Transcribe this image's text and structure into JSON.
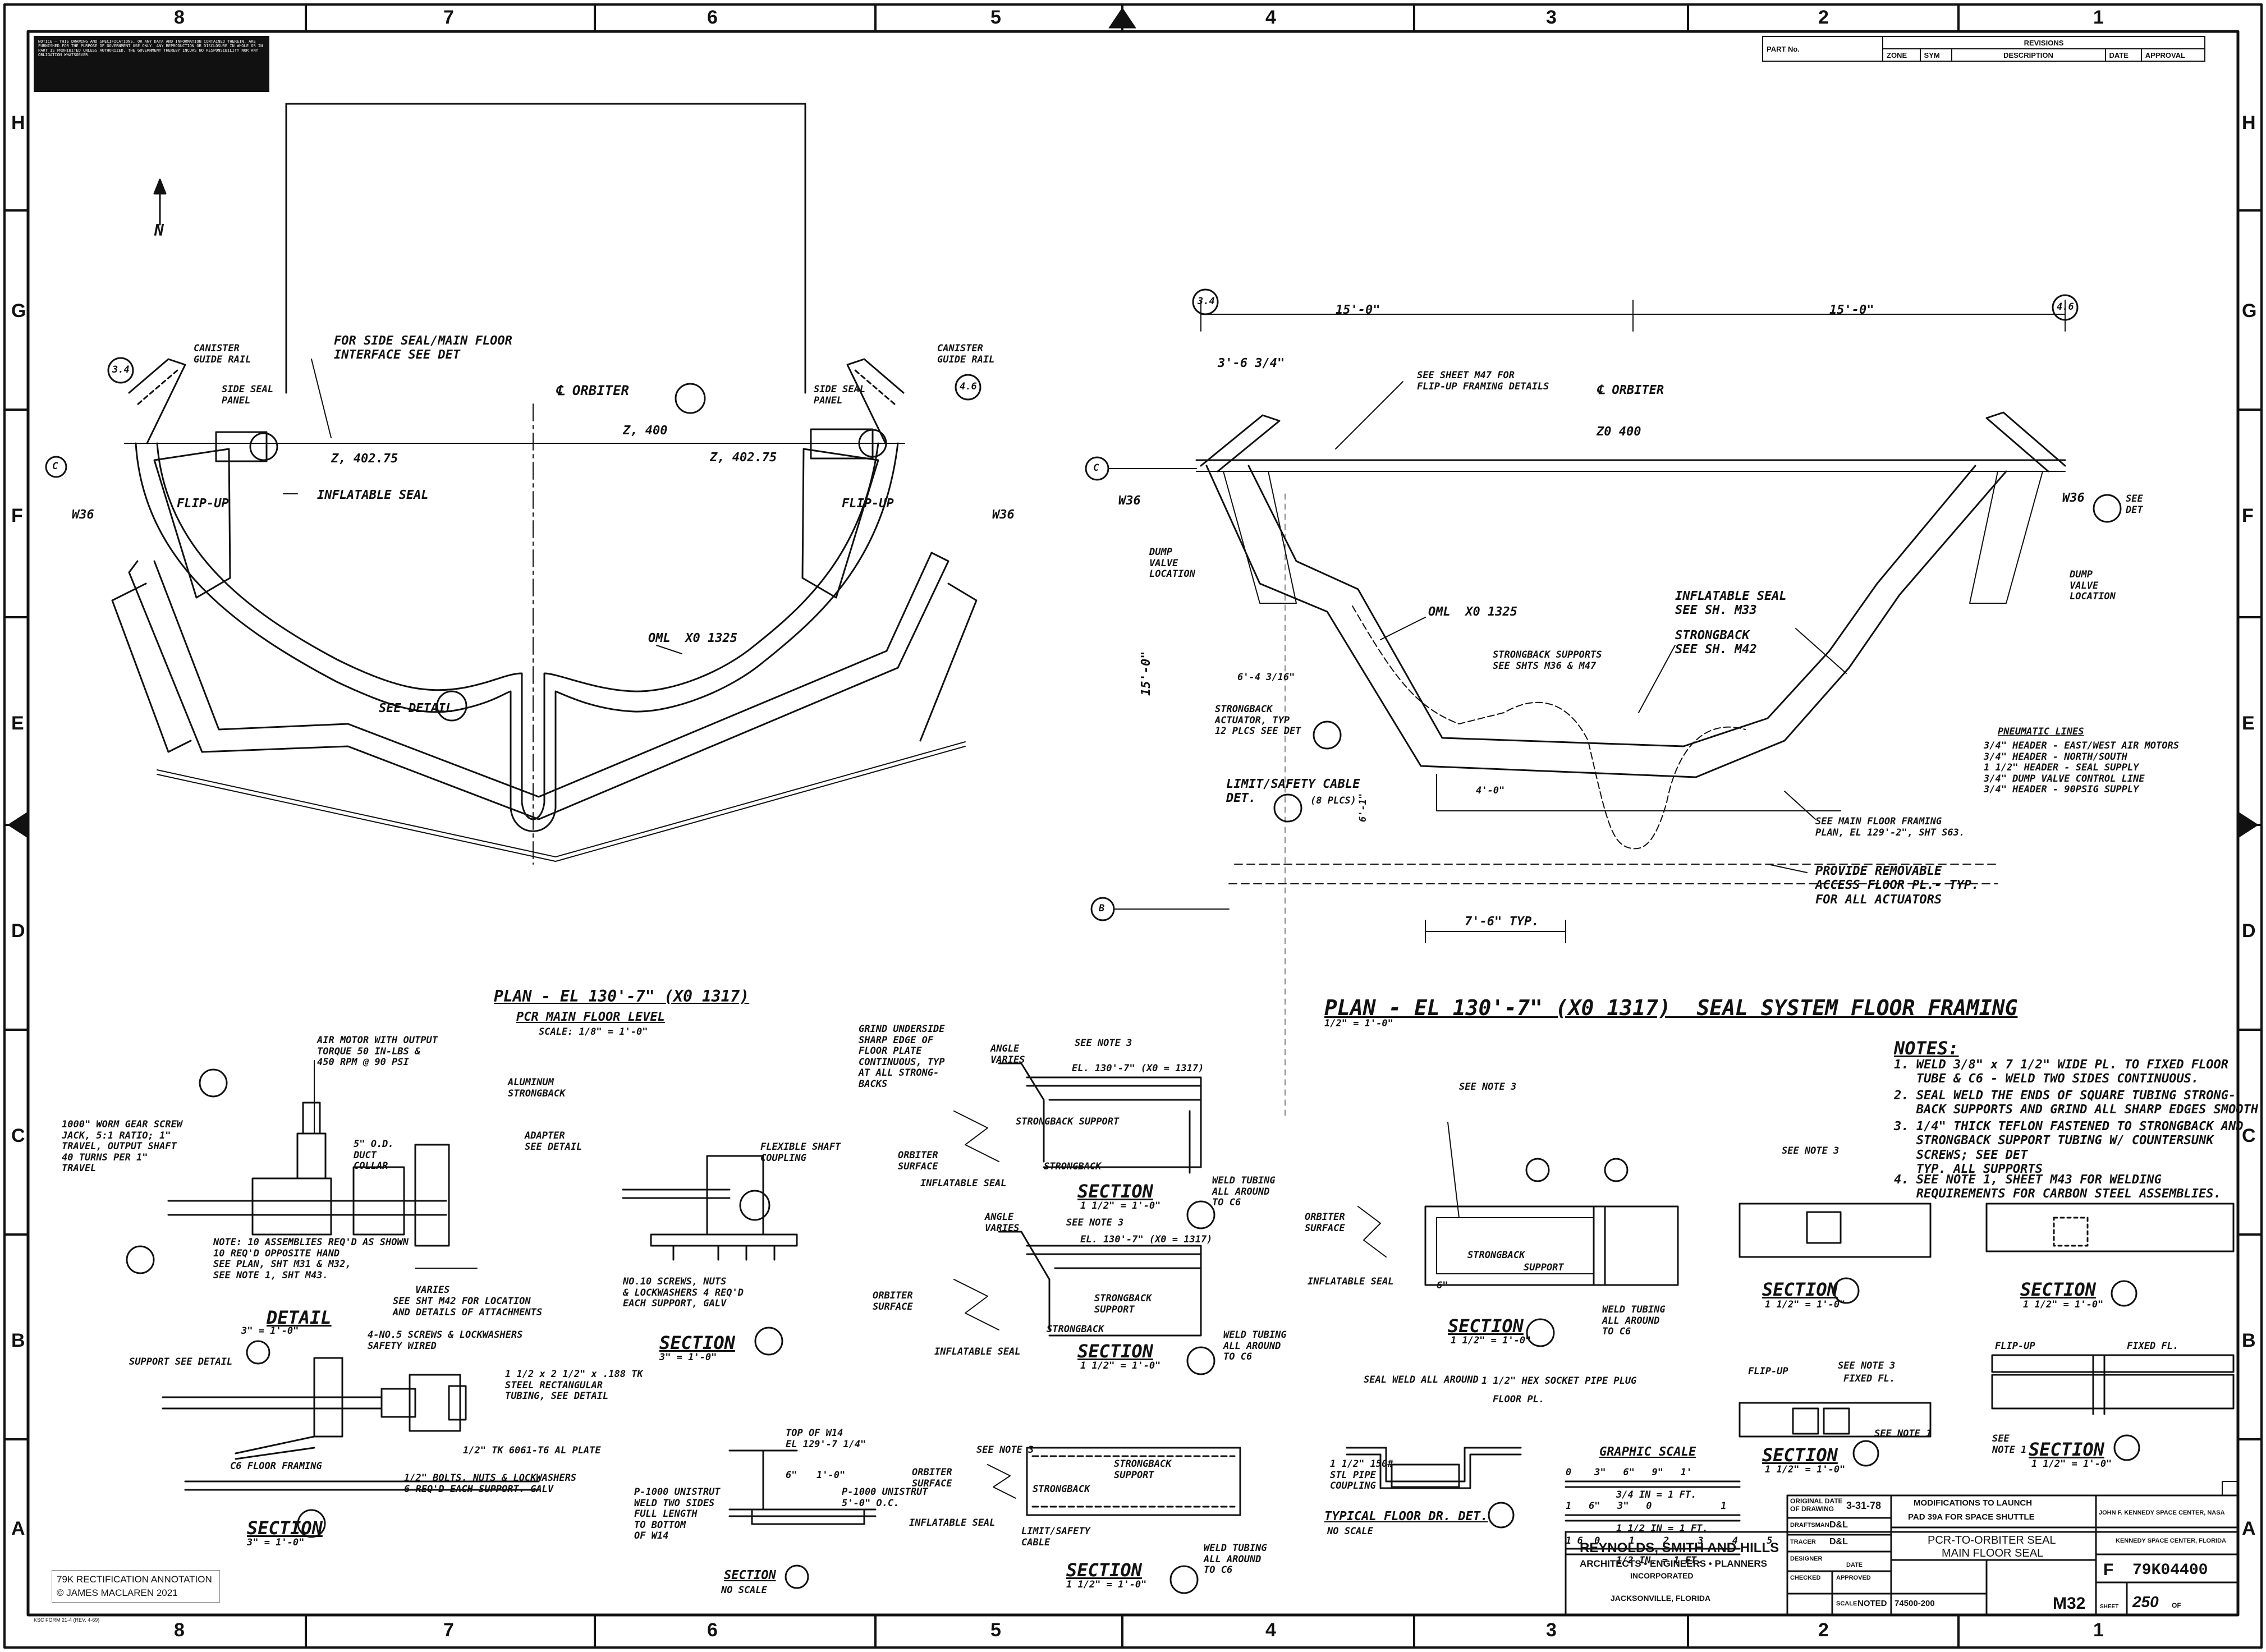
{
  "zones": {
    "columns": [
      "8",
      "7",
      "6",
      "5",
      "4",
      "3",
      "2",
      "1"
    ],
    "rows": [
      "H",
      "G",
      "F",
      "E",
      "D",
      "C",
      "B",
      "A"
    ]
  },
  "warning_block": "NOTICE — THIS DRAWING AND SPECIFICATIONS, OR ANY DATA AND INFORMATION CONTAINED THEREIN, ARE FURNISHED FOR THE PURPOSE OF GOVERNMENT USE ONLY. ANY REPRODUCTION OR DISCLOSURE IN WHOLE OR IN PART IS PROHIBITED UNLESS AUTHORIZED. THE GOVERNMENT THEREBY INCURS NO RESPONSIBILITY NOR ANY OBLIGATION WHATSOEVER.",
  "credit": {
    "line1": "79K RECTIFICATION ANNOTATION",
    "line2": "© JAMES MACLAREN 2021"
  },
  "revisions": {
    "header": "REVISIONS",
    "columns": [
      "PART No.",
      "ZONE",
      "SYM",
      "DESCRIPTION",
      "DATE",
      "APPROVAL"
    ]
  },
  "left_plan": {
    "north": "N",
    "orbiter": "℄ ORBITER",
    "z400": "Z, 400",
    "z40275_l": "Z, 402.75",
    "z40275_r": "Z, 402.75",
    "canister_l": "CANISTER\nGUIDE RAIL",
    "canister_r": "CANISTER\nGUIDE RAIL",
    "side_seal_l": "SIDE SEAL\nPANEL",
    "side_seal_r": "SIDE SEAL\nPANEL",
    "interface": "FOR SIDE SEAL/MAIN FLOOR\nINTERFACE SEE DET",
    "flip_l": "FLIP-UP",
    "flip_r": "FLIP-UP",
    "inflatable": "INFLATABLE SEAL",
    "oml": "OML  X0 1325",
    "see_detail": "SEE DETAIL",
    "w36_l": "W36",
    "w36_r": "W36",
    "grid_34": "3.4",
    "grid_46": "4.6",
    "grid_c": "C",
    "caption": "PLAN - EL 130'-7\" (X0 1317)",
    "caption2": "PCR MAIN FLOOR LEVEL",
    "scale": "SCALE: 1/8\" = 1'-0\""
  },
  "right_plan": {
    "dim_l": "15'-0\"",
    "dim_r": "15'-0\"",
    "dim_3": "3'-6 3/4\"",
    "orbiter": "℄ ORBITER",
    "z400": "Z0 400",
    "see_m47": "SEE SHEET M47 FOR\nFLIP-UP FRAMING DETAILS",
    "w36_l": "W36",
    "w36_r": "W36",
    "see_det_c": "SEE\nDET",
    "dump_l": "DUMP\nVALVE\nLOCATION",
    "dump_r": "DUMP\nVALVE\nLOCATION",
    "oml": "OML  X0 1325",
    "inflatable": "INFLATABLE SEAL\nSEE SH. M33",
    "strongback": "STRONGBACK\nSEE SH. M42",
    "supports": "STRONGBACK SUPPORTS\nSEE SHTS M36 & M47",
    "actuator": "STRONGBACK\nACTUATOR, TYP\n12 PLCS SEE DET",
    "limit": "LIMIT/SAFETY CABLE\nDET.",
    "limit_plcs": "(8 PLCS)",
    "framing": "SEE MAIN FLOOR FRAMING\nPLAN, EL 129'-2\", SHT S63.",
    "access": "PROVIDE REMOVABLE\nACCESS FLOOR PL.- TYP.\nFOR ALL ACTUATORS",
    "dim_15": "15'-0\"",
    "dim_76": "7'-6\" TYP.",
    "dim_61": "6'-1\"",
    "dim_4": "4'-0\"",
    "dim_64": "6'-4 3/16\"",
    "grid_34": "3.4",
    "grid_46": "4.6",
    "grid_c": "C",
    "grid_b": "B",
    "pneu_title": "PNEUMATIC LINES",
    "pneu": "3/4\" HEADER - EAST/WEST AIR MOTORS\n3/4\" HEADER - NORTH/SOUTH\n1 1/2\" HEADER - SEAL SUPPLY\n3/4\" DUMP VALVE CONTROL LINE\n3/4\" HEADER - 90PSIG SUPPLY",
    "caption": "PLAN - EL 130'-7\" (X0 1317)  SEAL SYSTEM FLOOR FRAMING",
    "scale": "1/2\" = 1'-0\""
  },
  "notes": {
    "title": "NOTES:",
    "items": [
      "1. WELD 3/8\" x 7 1/2\" WIDE PL. TO FIXED FLOOR\n   TUBE & C6 - WELD TWO SIDES CONTINUOUS.",
      "2. SEAL WELD THE ENDS OF SQUARE TUBING STRONG-\n   BACK SUPPORTS AND GRIND ALL SHARP EDGES SMOOTH.",
      "3. 1/4\" THICK TEFLON FASTENED TO STRONGBACK AND\n   STRONGBACK SUPPORT TUBING W/ COUNTERSUNK\n   SCREWS; SEE DET\n   TYP. ALL SUPPORTS",
      "4. SEE NOTE 1, SHEET M43 FOR WELDING\n   REQUIREMENTS FOR CARBON STEEL ASSEMBLIES."
    ]
  },
  "detail_a": {
    "air_motor": "AIR MOTOR WITH OUTPUT\nTORQUE 50 IN-LBS &\n450 RPM @ 90 PSI",
    "worm": "1000\" WORM GEAR SCREW\nJACK, 5:1 RATIO; 1\"\nTRAVEL, OUTPUT SHAFT\n40 TURNS PER 1\"\nTRAVEL",
    "aluminum": "ALUMINUM\nSTRONGBACK",
    "od": "5\" O.D.\nDUCT\nCOLLAR",
    "adapter": "ADAPTER\nSEE DETAIL",
    "note10": "NOTE: 10 ASSEMBLIES REQ'D AS SHOWN\n10 REQ'D OPPOSITE HAND\nSEE PLAN, SHT M31 & M32,\nSEE NOTE 1, SHT M43.",
    "see_m42": "SEE SHT M42 FOR LOCATION\nAND DETAILS OF ATTACHMENTS",
    "varies": "VARIES",
    "title": "DETAIL",
    "scale": "3\" = 1'-0\"",
    "screws": "4-NO.5 SCREWS & LOCKWASHERS\nSAFETY WIRED",
    "tubing": "1 1/2 x 2 1/2\" x .188 TK\nSTEEL RECTANGULAR\nTUBING, SEE DETAIL",
    "support": "SUPPORT SEE DETAIL",
    "plate": "1/2\" TK 6061-T6 AL PLATE",
    "bolts": "1/2\" BOLTS, NUTS & LOCKWASHERS\n6 REQ'D EACH SUPPORT. GALV",
    "floor": "C6 FLOOR FRAMING",
    "sec_a": "SECTION",
    "sec_a_scale": "3\" = 1'-0\""
  },
  "section_b": {
    "flex": "FLEXIBLE SHAFT\nCOUPLING",
    "screws": "NO.10 SCREWS, NUTS\n& LOCKWASHERS 4 REQ'D\nEACH SUPPORT, GALV",
    "title": "SECTION",
    "scale": "3\" = 1'-0\""
  },
  "section_l": {
    "top": "TOP OF W14\nEL 129'-7 1/4\"",
    "unistrut1": "P-1000 UNISTRUT\nWELD TWO SIDES\nFULL LENGTH\nTO BOTTOM\nOF W14",
    "unistrut2": "P-1000 UNISTRUT\n5'-0\" O.C.",
    "dim_6": "6\"",
    "dim_1": "1'-0\"",
    "title": "SECTION",
    "scale": "NO SCALE"
  },
  "section_c": {
    "grind": "GRIND UNDERSIDE\nSHARP EDGE OF\nFLOOR PLATE\nCONTINUOUS, TYP\nAT ALL STRONG-\nBACKS",
    "angle": "ANGLE\nVARIES",
    "see3": "SEE NOTE 3",
    "el": "EL. 130'-7\" (X0 = 1317)",
    "support": "STRONGBACK SUPPORT",
    "strongback": "STRONGBACK",
    "orbiter": "ORBITER\nSURFACE",
    "inflatable": "INFLATABLE SEAL",
    "weld": "WELD TUBING\nALL AROUND\nTO C6",
    "title": "SECTION",
    "scale": "1 1/2\" = 1'-0\""
  },
  "section_d": {
    "angle": "ANGLE\nVARIES",
    "see3": "SEE NOTE 3",
    "el": "EL. 130'-7\" (X0 = 1317)",
    "support": "STRONGBACK\nSUPPORT",
    "strongback": "STRONGBACK",
    "orbiter": "ORBITER\nSURFACE",
    "inflatable": "INFLATABLE SEAL",
    "weld": "WELD TUBING\nALL AROUND\nTO C6",
    "title": "SECTION",
    "scale": "1 1/2\" = 1'-0\""
  },
  "section_e": {
    "see3": "SEE NOTE 3",
    "support": "STRONGBACK\nSUPPORT",
    "strongback": "STRONGBACK",
    "orbiter": "ORBITER\nSURFACE",
    "inflatable": "INFLATABLE SEAL",
    "limit": "LIMIT/SAFETY\nCABLE",
    "weld": "WELD TUBING\nALL AROUND\nTO C6",
    "title": "SECTION",
    "scale": "1 1/2\" = 1'-0\""
  },
  "section_f": {
    "see3": "SEE NOTE 3",
    "strongback": "STRONGBACK",
    "support": "SUPPORT",
    "orbiter": "ORBITER\nSURFACE",
    "inflatable": "INFLATABLE SEAL",
    "dim": "6\"",
    "weld": "WELD TUBING\nALL AROUND\nTO C6",
    "title": "SECTION",
    "scale": "1 1/2\" = 1'-0\""
  },
  "floor_drain": {
    "seal_weld": "SEAL WELD ALL AROUND",
    "plug": "1 1/2\" HEX SOCKET PIPE PLUG",
    "floor_pl": "FLOOR PL.",
    "coupling": "1 1/2\" 150#\nSTL PIPE\nCOUPLING",
    "title": "TYPICAL FLOOR DR. DET.",
    "scale": "NO SCALE"
  },
  "graphic_scale": {
    "title": "GRAPHIC SCALE",
    "s1": "0    3\"   6\"   9\"   1'",
    "s1u": "3/4 IN = 1 FT.",
    "s2": "1   6\"   3\"   0            1",
    "s2u": "1 1/2 IN = 1 FT.",
    "s3": "1 6  0     1     2     3     4     5",
    "s3u": "1/2 IN. = 1 FT."
  },
  "section_g": {
    "see3": "SEE NOTE 3",
    "title": "SECTION",
    "scale": "1 1/2\" = 1'-0\""
  },
  "section_j": {
    "title": "SECTION",
    "scale": "1 1/2\" = 1'-0\""
  },
  "section_h": {
    "flip": "FLIP-UP",
    "see3": "SEE NOTE 3",
    "fixed": "FIXED FL.",
    "note1": "SEE NOTE 1",
    "title": "SECTION",
    "scale": "1 1/2\" = 1'-0\""
  },
  "section_k": {
    "flip": "FLIP-UP",
    "fixed": "FIXED FL.",
    "note1": "SEE\nNOTE 1",
    "title": "SECTION",
    "scale": "1 1/2\" = 1'-0\""
  },
  "title_block": {
    "orig_date_lbl": "ORIGINAL DATE\nOF DRAWING",
    "orig_date": "3-31-78",
    "drawn_lbl": "DRAFTSMAN",
    "drawn": "D&L",
    "traced_lbl": "TRACER",
    "traced": "D&L",
    "designer_lbl": "DESIGNER",
    "checked_lbl": "CHECKED",
    "approved_lbl": "APPROVED",
    "date_lbl": "DATE",
    "scale_lbl": "SCALE",
    "scale": "NOTED",
    "job": "74500-200",
    "mod1": "MODIFICATIONS TO LAUNCH",
    "mod2": "PAD 39A FOR SPACE SHUTTLE",
    "title1": "PCR-TO-ORBITER SEAL",
    "title2": "MAIN FLOOR SEAL",
    "firm1": "REYNOLDS, SMITH AND HILLS",
    "firm2": "ARCHITECTS • ENGINEERS • PLANNERS",
    "firm3": "INCORPORATED",
    "firm4": "JACKSONVILLE, FLORIDA",
    "nasa1": "JOHN F. KENNEDY SPACE CENTER, NASA",
    "nasa2": "KENNEDY SPACE CENTER, FLORIDA",
    "size": "F",
    "dwg_no": "79K04400",
    "sheet_no": "M32",
    "sheet_lbl": "SHEET",
    "sheet": "250",
    "sheet_of": "OF",
    "form": "KSC FORM 21-4 (REV. 4-69)"
  }
}
